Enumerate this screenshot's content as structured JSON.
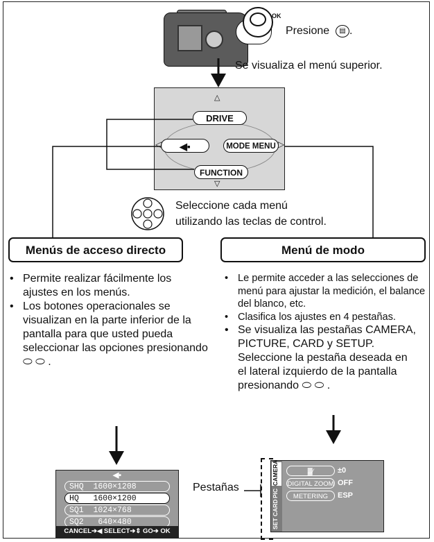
{
  "top": {
    "press_text": "Presione",
    "ok_glyph": "▤",
    "ok_label": "OK",
    "result_text": "Se visualiza el menú superior."
  },
  "screen": {
    "up_arrow": "△",
    "down_arrow": "▽",
    "drive_label": "DRIVE",
    "shortcut_glyph": "◀▪",
    "mode_menu_label": "MODE MENU",
    "function_label": "FUNCTION"
  },
  "dpad_text": {
    "line1": "Seleccione cada menú",
    "line2": "utilizando las teclas de control."
  },
  "left": {
    "heading": "Menús de acceso directo",
    "bullets": [
      "Permite realizar fácilmente los ajustes en los menús.",
      "Los botones operacionales se visualizan en la parte inferior de la pantalla para que usted pueda seleccionar las opciones presionando"
    ],
    "arrows_glyph": "⬭ ⬭",
    "lcd": {
      "title_glyph": "◀▪",
      "rows": [
        {
          "label": "SHQ  1600×1208",
          "selected": false
        },
        {
          "label": "HQ   1600×1200",
          "selected": true
        },
        {
          "label": "SQ1  1024×768",
          "selected": false
        },
        {
          "label": "SQ2   640×480",
          "selected": false
        }
      ],
      "bottom_bar": "CANCEL➔◀  SELECT➔⇕  GO➔ OK"
    }
  },
  "right": {
    "heading": "Menú de modo",
    "bullets": [
      "Le permite acceder a las selecciones de menú para ajustar la medición, el balance del blanco, etc.",
      "Clasifica los ajustes en 4 pestañas.",
      "Se visualiza las pestañas CAMERA, PICTURE, CARD y SETUP. Seleccione la pestaña deseada en el lateral izquierdo de la pantalla presionando"
    ],
    "lcd": {
      "tabs": [
        "CAMERA",
        "PIC",
        "CARD",
        "SET"
      ],
      "items": [
        {
          "label": "▓⁄",
          "value": "±0"
        },
        {
          "label": "DIGITAL ZOOM",
          "value": "OFF"
        },
        {
          "label": "METERING",
          "value": "ESP"
        }
      ]
    },
    "tabs_callout": "Pestañas"
  },
  "colors": {
    "screen_bg": "#d7d7d7",
    "lcd_bg": "#9b9b9b",
    "ink": "#111111"
  }
}
